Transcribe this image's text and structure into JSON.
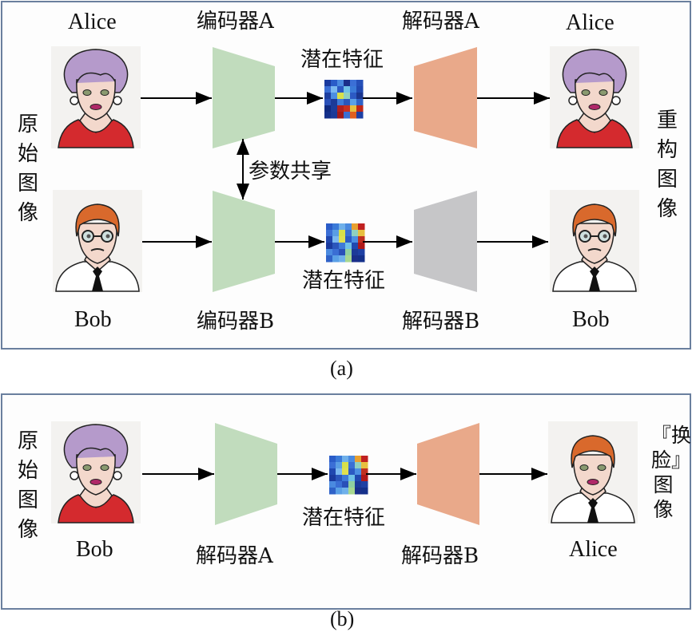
{
  "panel_a": {
    "caption": "(a)",
    "left_label": "原始图像",
    "right_label": "重构图像",
    "row_top": {
      "input_name": "Alice",
      "encoder": "编码器A",
      "latent": "潜在特征",
      "decoder": "解码器A",
      "output_name": "Alice"
    },
    "shared": "参数共享",
    "row_bottom": {
      "input_name": "Bob",
      "encoder": "编码器B",
      "latent": "潜在特征",
      "decoder": "解码器B",
      "output_name": "Bob"
    }
  },
  "panel_b": {
    "caption": "(b)",
    "left_label": "原始图像",
    "right_label": "『换脸』图像",
    "input_name": "Bob",
    "encoder": "解码器A",
    "latent": "潜在特征",
    "decoder": "解码器B",
    "output_name": "Alice"
  },
  "colors": {
    "encoder": "#c1dcbd",
    "decoder_orange": "#e9a98a",
    "decoder_gray": "#c6c6c8",
    "border": "#6a7f9e"
  }
}
